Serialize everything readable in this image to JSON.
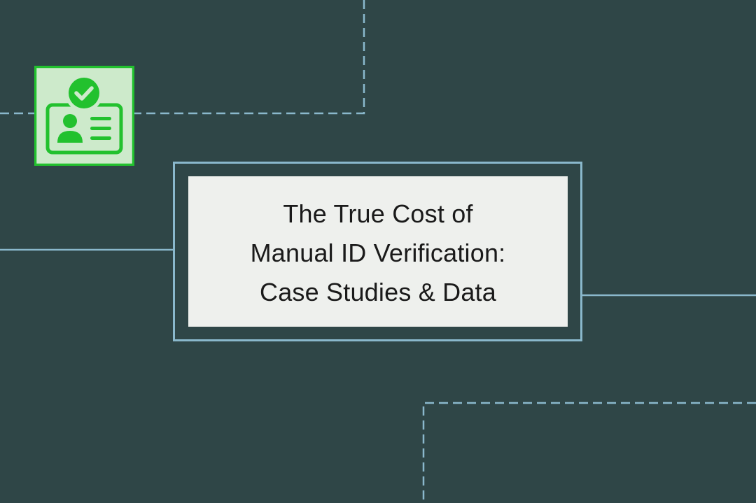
{
  "title": {
    "line1": "The True Cost of",
    "line2": "Manual ID Verification:",
    "line3": "Case Studies & Data"
  },
  "icon": {
    "name": "id-card-verified-icon",
    "tile_color": "#cdeacb",
    "accent_color": "#22c12e"
  },
  "colors": {
    "background": "#2f4647",
    "line": "#8ab8cc",
    "card": "#eef0ed",
    "text": "#1a1a1a"
  }
}
